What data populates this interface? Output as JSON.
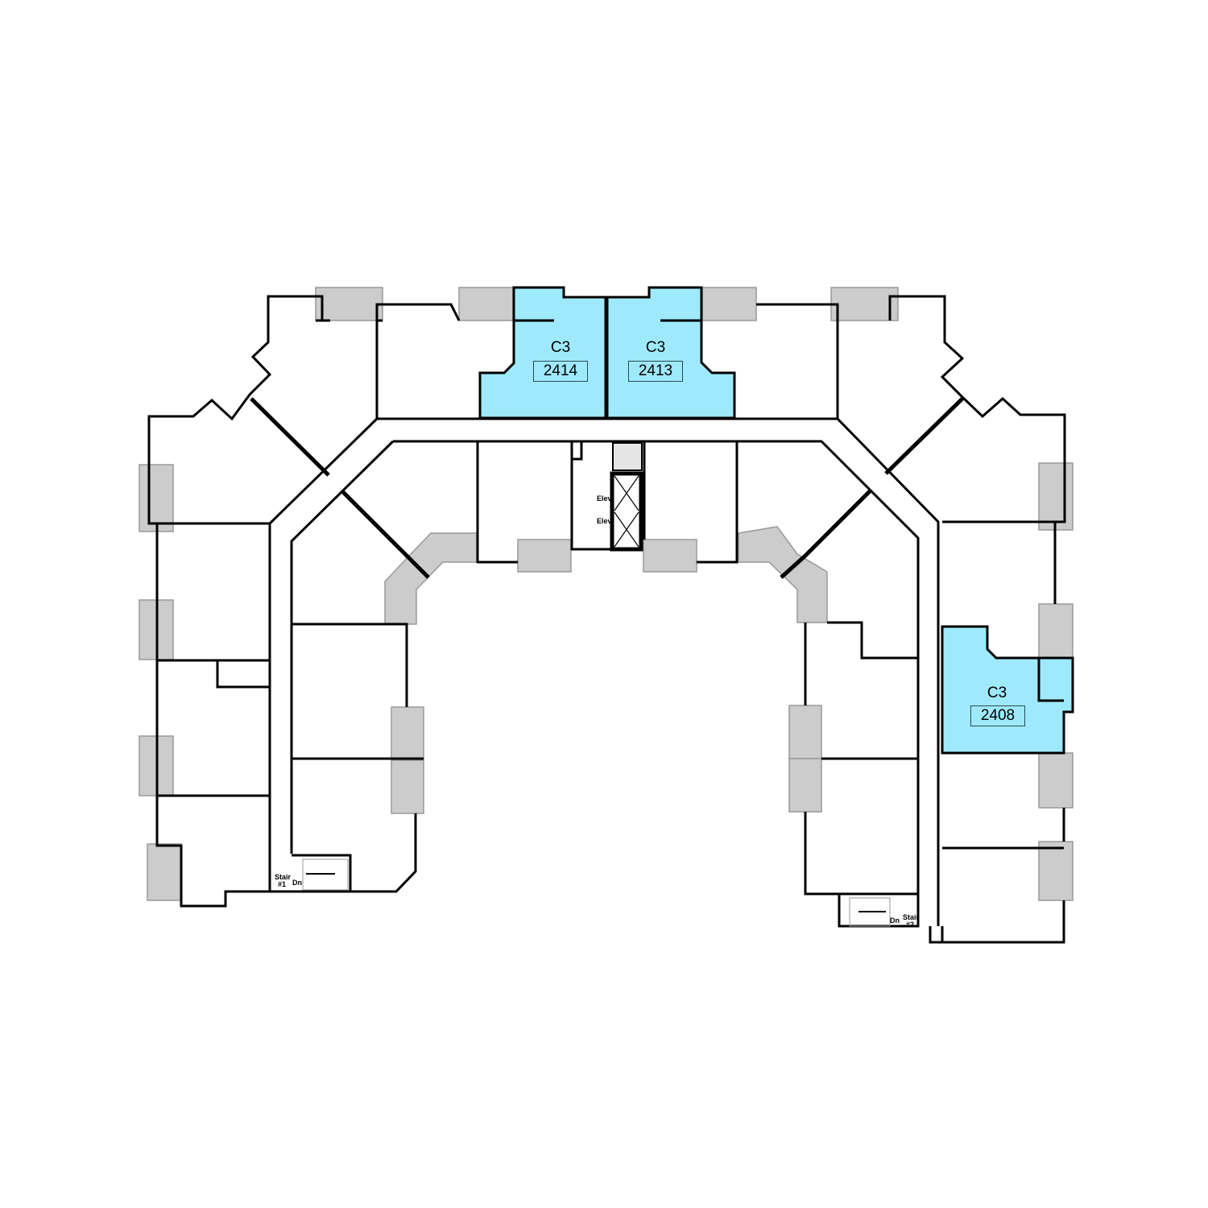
{
  "units": [
    {
      "type": "C3",
      "number": "2414",
      "highlighted": true
    },
    {
      "type": "C3",
      "number": "2413",
      "highlighted": true
    },
    {
      "type": "C3",
      "number": "2408",
      "highlighted": true
    }
  ],
  "elevators": {
    "label_1": "Elev",
    "label_2": "Elev"
  },
  "stairs": [
    {
      "name": "Stair",
      "number": "#1",
      "direction": "Dn"
    },
    {
      "name": "Stair",
      "number": "#2",
      "direction": "Dn"
    }
  ],
  "colors": {
    "highlight": "#9eeafc",
    "balcony": "#cccccc",
    "wall": "#000000"
  }
}
